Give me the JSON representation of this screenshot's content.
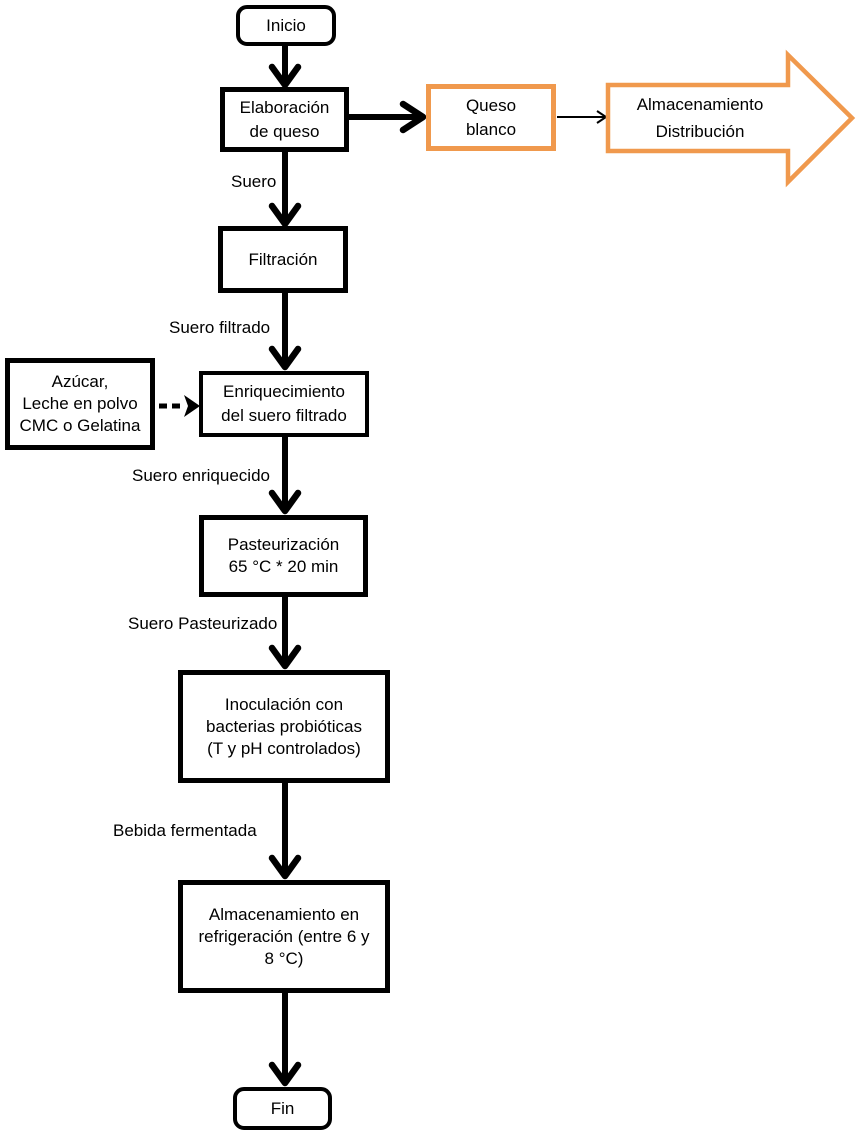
{
  "diagram": {
    "type": "flowchart",
    "language": "es",
    "nodes": {
      "inicio": {
        "label": "Inicio",
        "shape": "terminator"
      },
      "elaboracion": {
        "lines": [
          "Elaboración",
          "de queso"
        ],
        "shape": "process"
      },
      "queso_blanco": {
        "lines": [
          "Queso",
          "blanco"
        ],
        "shape": "process-highlight"
      },
      "almacenamiento_distribucion": {
        "lines": [
          "Almacenamiento",
          "Distribución"
        ],
        "shape": "block-arrow-right"
      },
      "filtracion": {
        "label": "Filtración",
        "shape": "process"
      },
      "insumos": {
        "lines": [
          "Azúcar,",
          "Leche en polvo",
          "CMC o Gelatina"
        ],
        "shape": "process"
      },
      "enriquecimiento": {
        "lines": [
          "Enriquecimiento",
          "del suero filtrado"
        ],
        "shape": "process"
      },
      "pasteurizacion": {
        "lines": [
          "Pasteurización",
          "65 °C * 20 min"
        ],
        "shape": "process"
      },
      "inoculacion": {
        "lines": [
          "Inoculación con",
          "bacterias probióticas",
          "(T y pH controlados)"
        ],
        "shape": "process"
      },
      "refrigeracion": {
        "lines": [
          "Almacenamiento en",
          "refrigeración (entre 6 y",
          "8 °C)"
        ],
        "shape": "process"
      },
      "fin": {
        "label": "Fin",
        "shape": "terminator"
      }
    },
    "edge_labels": {
      "suero": "Suero",
      "suero_filtrado": "Suero filtrado",
      "suero_enriquecido": "Suero enriquecido",
      "suero_pasteurizado": "Suero Pasteurizado",
      "bebida_fermentada": "Bebida fermentada"
    },
    "colors": {
      "node_border": "#000000",
      "highlight": "#F0994D",
      "text": "#000000",
      "background": "#FFFFFF"
    }
  }
}
